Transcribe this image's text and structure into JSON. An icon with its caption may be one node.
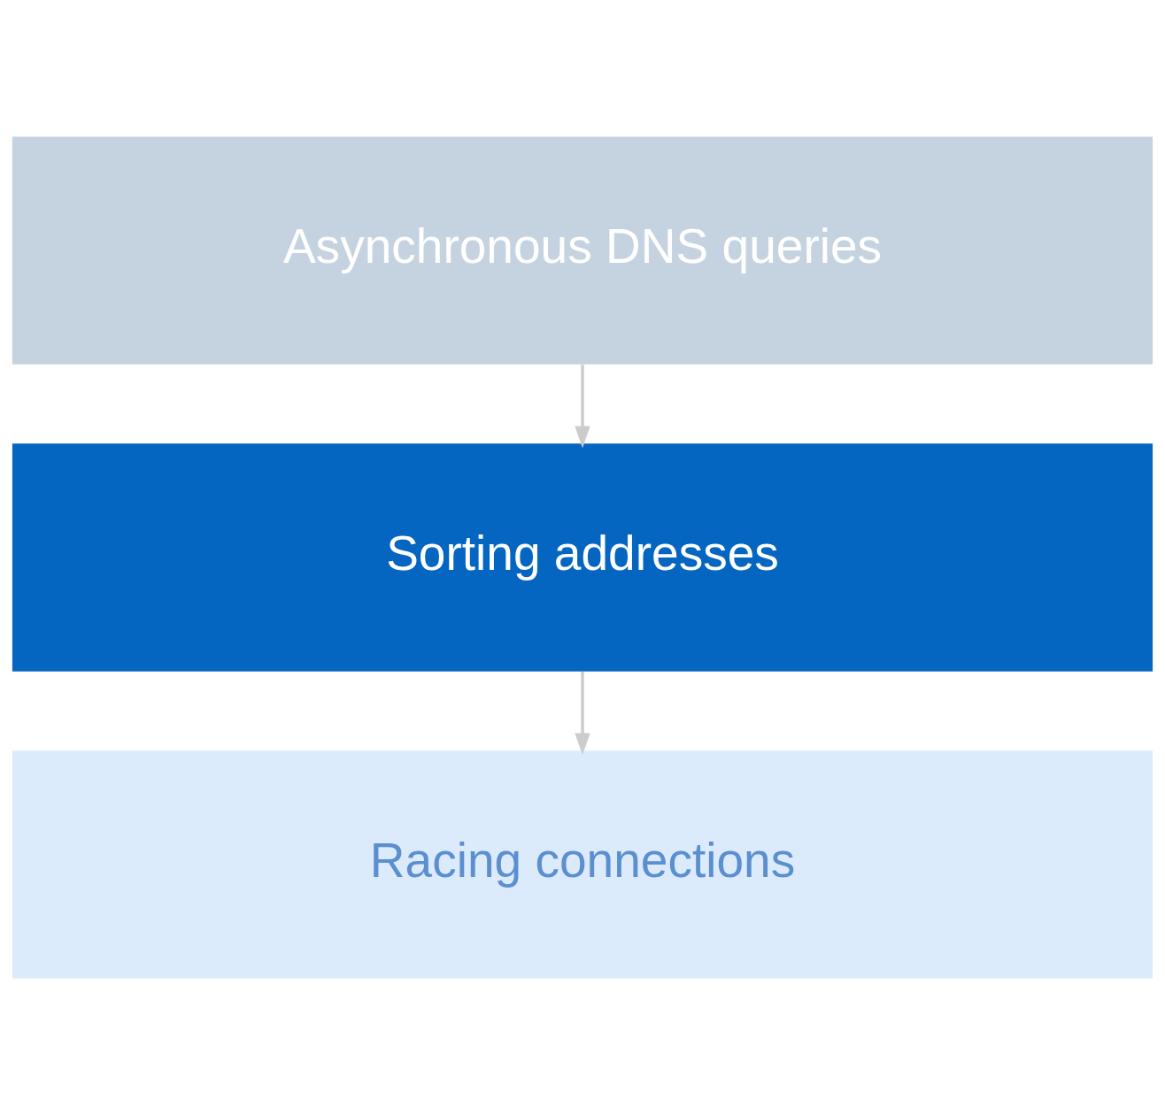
{
  "diagram": {
    "nodes": [
      {
        "text": [
          "Asynchronous DNS queries"
        ]
      },
      {
        "text": [
          "Sorting addresses"
        ]
      },
      {
        "text": [
          "Racing connections"
        ]
      }
    ],
    "edges": [
      {
        "from": 0,
        "to": 1,
        "arrow": "to"
      },
      {
        "from": 1,
        "to": 2,
        "arrow": "to"
      }
    ]
  }
}
